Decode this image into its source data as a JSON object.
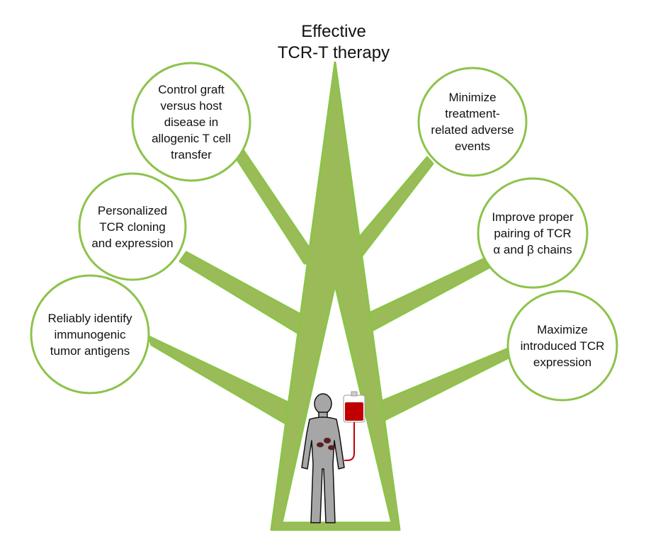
{
  "title": {
    "line1": "Effective",
    "line2": "TCR-T therapy"
  },
  "nodes": [
    {
      "id": "control-gvhd",
      "lines": [
        "Control graft",
        "versus host",
        "disease in",
        "allogenic T cell",
        "transfer"
      ]
    },
    {
      "id": "personalized-tcr",
      "lines": [
        "Personalized",
        "TCR cloning",
        "and expression"
      ]
    },
    {
      "id": "identify-antigens",
      "lines": [
        "Reliably identify",
        "immunogenic",
        "tumor antigens"
      ]
    },
    {
      "id": "minimize-adverse",
      "lines": [
        "Minimize",
        "treatment-",
        "related adverse",
        "events"
      ]
    },
    {
      "id": "proper-pairing",
      "lines": [
        "Improve proper",
        "pairing of TCR",
        "α and β chains"
      ]
    },
    {
      "id": "maximize-expression",
      "lines": [
        "Maximize",
        "introduced TCR",
        "expression"
      ]
    }
  ],
  "colors": {
    "green_fill": "#9bbb59",
    "green_stroke": "#8cc34a",
    "body_gray": "#a6a6a6",
    "body_outline": "#111111",
    "tumor": "#5a1f1f",
    "blood": "#c00000"
  },
  "icons": [
    "human-figure-icon",
    "blood-bag-icon",
    "tumor-spots-icon"
  ]
}
